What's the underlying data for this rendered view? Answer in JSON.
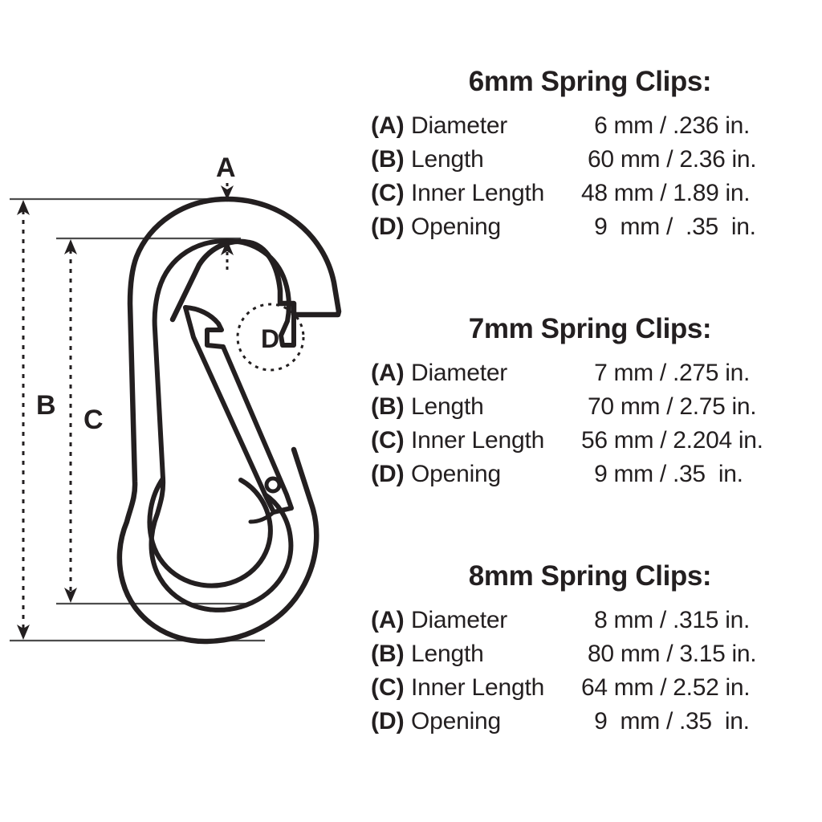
{
  "diagram": {
    "title": "spring-clip-carabiner-dimension-diagram",
    "callouts": {
      "a": "A",
      "b": "B",
      "c": "C",
      "d": "D"
    },
    "line_color": "#231f20",
    "background": "#ffffff"
  },
  "specs": [
    {
      "heading": "6mm Spring Clips:",
      "rows": [
        {
          "key": "(A)",
          "label": "Diameter",
          "value": "  6 mm / .236 in."
        },
        {
          "key": "(B)",
          "label": "Length",
          "value": " 60 mm / 2.36 in."
        },
        {
          "key": "(C)",
          "label": "Inner Length",
          "value": "48 mm / 1.89 in."
        },
        {
          "key": "(D)",
          "label": "Opening",
          "value": "  9  mm /  .35  in."
        }
      ]
    },
    {
      "heading": "7mm Spring Clips:",
      "rows": [
        {
          "key": "(A)",
          "label": "Diameter",
          "value": "  7 mm / .275 in."
        },
        {
          "key": "(B)",
          "label": "Length",
          "value": " 70 mm / 2.75 in."
        },
        {
          "key": "(C)",
          "label": "Inner Length",
          "value": "56 mm / 2.204 in."
        },
        {
          "key": "(D)",
          "label": "Opening",
          "value": "  9 mm / .35  in."
        }
      ]
    },
    {
      "heading": "8mm Spring Clips:",
      "rows": [
        {
          "key": "(A)",
          "label": "Diameter",
          "value": "  8 mm / .315 in."
        },
        {
          "key": "(B)",
          "label": "Length",
          "value": " 80 mm / 3.15 in."
        },
        {
          "key": "(C)",
          "label": "Inner Length",
          "value": "64 mm / 2.52 in."
        },
        {
          "key": "(D)",
          "label": "Opening",
          "value": "  9  mm / .35  in."
        }
      ]
    }
  ]
}
